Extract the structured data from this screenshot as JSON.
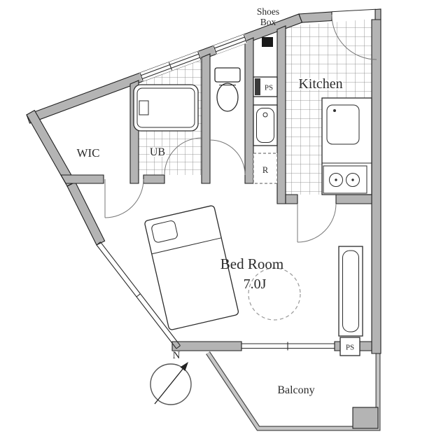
{
  "plan": {
    "rooms": {
      "wic": "WIC",
      "ub": "UB",
      "kitchen": "Kitchen",
      "bedroom_name": "Bed Room",
      "bedroom_size": "7.0J",
      "balcony": "Balcony"
    },
    "annotations": {
      "shoes_box_line1": "Shoes",
      "shoes_box_line2": "Box",
      "ps_upper": "PS",
      "ps_lower": "PS",
      "refrigerator": "R",
      "compass_north": "N"
    },
    "colors": {
      "background": "#ffffff",
      "wall_fill": "#b4b4b4",
      "wall_stroke": "#1f1f1f",
      "line": "#2b2b2b",
      "arc": "#777777",
      "tile_line": "#7d7d7d",
      "rail_dark": "#4a4a4a",
      "rail_light": "#c6c6c6",
      "shoes_box_fill": "#1a1a1a",
      "dash": "#999999"
    }
  }
}
